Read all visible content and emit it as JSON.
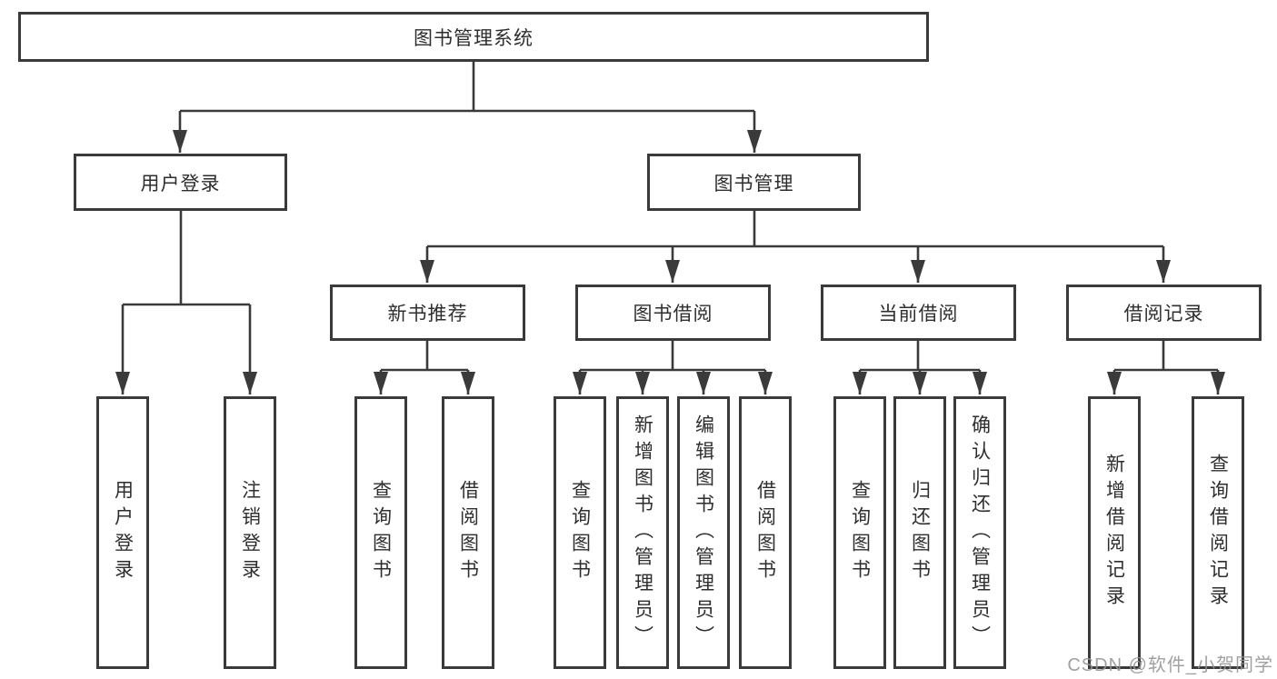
{
  "colors": {
    "line": "#3a3a3a",
    "box_border": "#3a3a3a",
    "text": "#2e2e2e",
    "watermark": "#949494",
    "background": "#ffffff"
  },
  "diagram": {
    "root": {
      "label": "图书管理系统"
    },
    "level2": [
      {
        "label": "用户登录",
        "parent": "图书管理系统"
      },
      {
        "label": "图书管理",
        "parent": "图书管理系统"
      }
    ],
    "level3": [
      {
        "label": "新书推荐",
        "parent": "图书管理"
      },
      {
        "label": "图书借阅",
        "parent": "图书管理"
      },
      {
        "label": "当前借阅",
        "parent": "图书管理"
      },
      {
        "label": "借阅记录",
        "parent": "图书管理"
      }
    ],
    "leaves": [
      {
        "label": "用户登录",
        "parent": "用户登录"
      },
      {
        "label": "注销登录",
        "parent": "用户登录"
      },
      {
        "label": "查询图书",
        "parent": "新书推荐"
      },
      {
        "label": "借阅图书",
        "parent": "新书推荐"
      },
      {
        "label": "查询图书",
        "parent": "图书借阅"
      },
      {
        "label": "新增图书（管理员）",
        "parent": "图书借阅"
      },
      {
        "label": "编辑图书（管理员）",
        "parent": "图书借阅"
      },
      {
        "label": "借阅图书",
        "parent": "图书借阅"
      },
      {
        "label": "查询图书",
        "parent": "当前借阅"
      },
      {
        "label": "归还图书",
        "parent": "当前借阅"
      },
      {
        "label": "确认归还（管理员）",
        "parent": "当前借阅"
      },
      {
        "label": "新增借阅记录",
        "parent": "借阅记录"
      },
      {
        "label": "查询借阅记录",
        "parent": "借阅记录"
      }
    ]
  },
  "watermark": {
    "text": "CSDN @软件_小贺同学"
  }
}
